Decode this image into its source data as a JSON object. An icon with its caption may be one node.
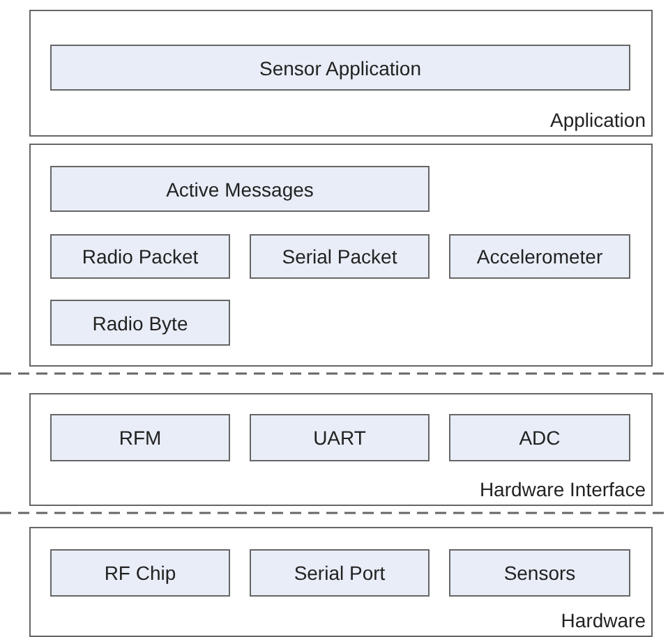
{
  "diagram": {
    "nodes": [
      {
        "text": [
          "Application"
        ]
      },
      {
        "text": [
          "Sensor Application"
        ],
        "in": 0
      },
      {
        "text": [],
        "shape": "box"
      },
      {
        "text": [
          "Active Messages"
        ],
        "in": 2
      },
      {
        "text": [
          "Radio Packet"
        ],
        "in": 2
      },
      {
        "text": [
          "Serial Packet"
        ],
        "in": 2
      },
      {
        "text": [
          "Accelerometer"
        ],
        "in": 2
      },
      {
        "text": [
          "Radio Byte"
        ],
        "in": 2
      },
      {
        "text": [
          "Hardware Interface"
        ]
      },
      {
        "text": [
          "RFM"
        ],
        "in": 8
      },
      {
        "text": [
          "UART"
        ],
        "in": 8
      },
      {
        "text": [
          "ADC"
        ],
        "in": 8
      },
      {
        "text": [
          "Hardware"
        ]
      },
      {
        "text": [
          "RF Chip"
        ],
        "in": 12
      },
      {
        "text": [
          "Serial Port"
        ],
        "in": 12
      },
      {
        "text": [
          "Sensors"
        ],
        "in": 12
      }
    ]
  }
}
